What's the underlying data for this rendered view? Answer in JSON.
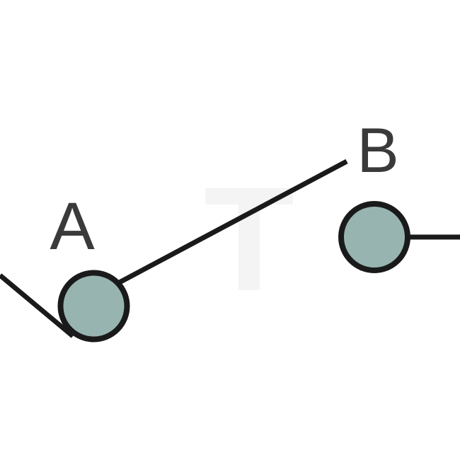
{
  "diagram": {
    "type": "parts-schematic",
    "watermark": {
      "letter": "T",
      "color": "#f4f4f4"
    },
    "labels": {
      "a": "A",
      "b": "B"
    },
    "nodes": [
      {
        "id": "A",
        "label": "A",
        "shape": "circle"
      },
      {
        "id": "B",
        "label": "B",
        "shape": "circle"
      }
    ],
    "connectors": [
      {
        "from": "left-edge",
        "to": "node-A",
        "style": "tangent-line"
      },
      {
        "from": "node-A",
        "to": "label-B",
        "style": "diagonal-line"
      },
      {
        "from": "node-B",
        "to": "right-edge",
        "style": "horizontal-line"
      }
    ],
    "colors": {
      "background": "#ffffff",
      "line": "#1a1a1a",
      "node_fill": "#97b4b1",
      "node_stroke": "#1a1a1a",
      "label_text": "#3a3a3a"
    }
  }
}
